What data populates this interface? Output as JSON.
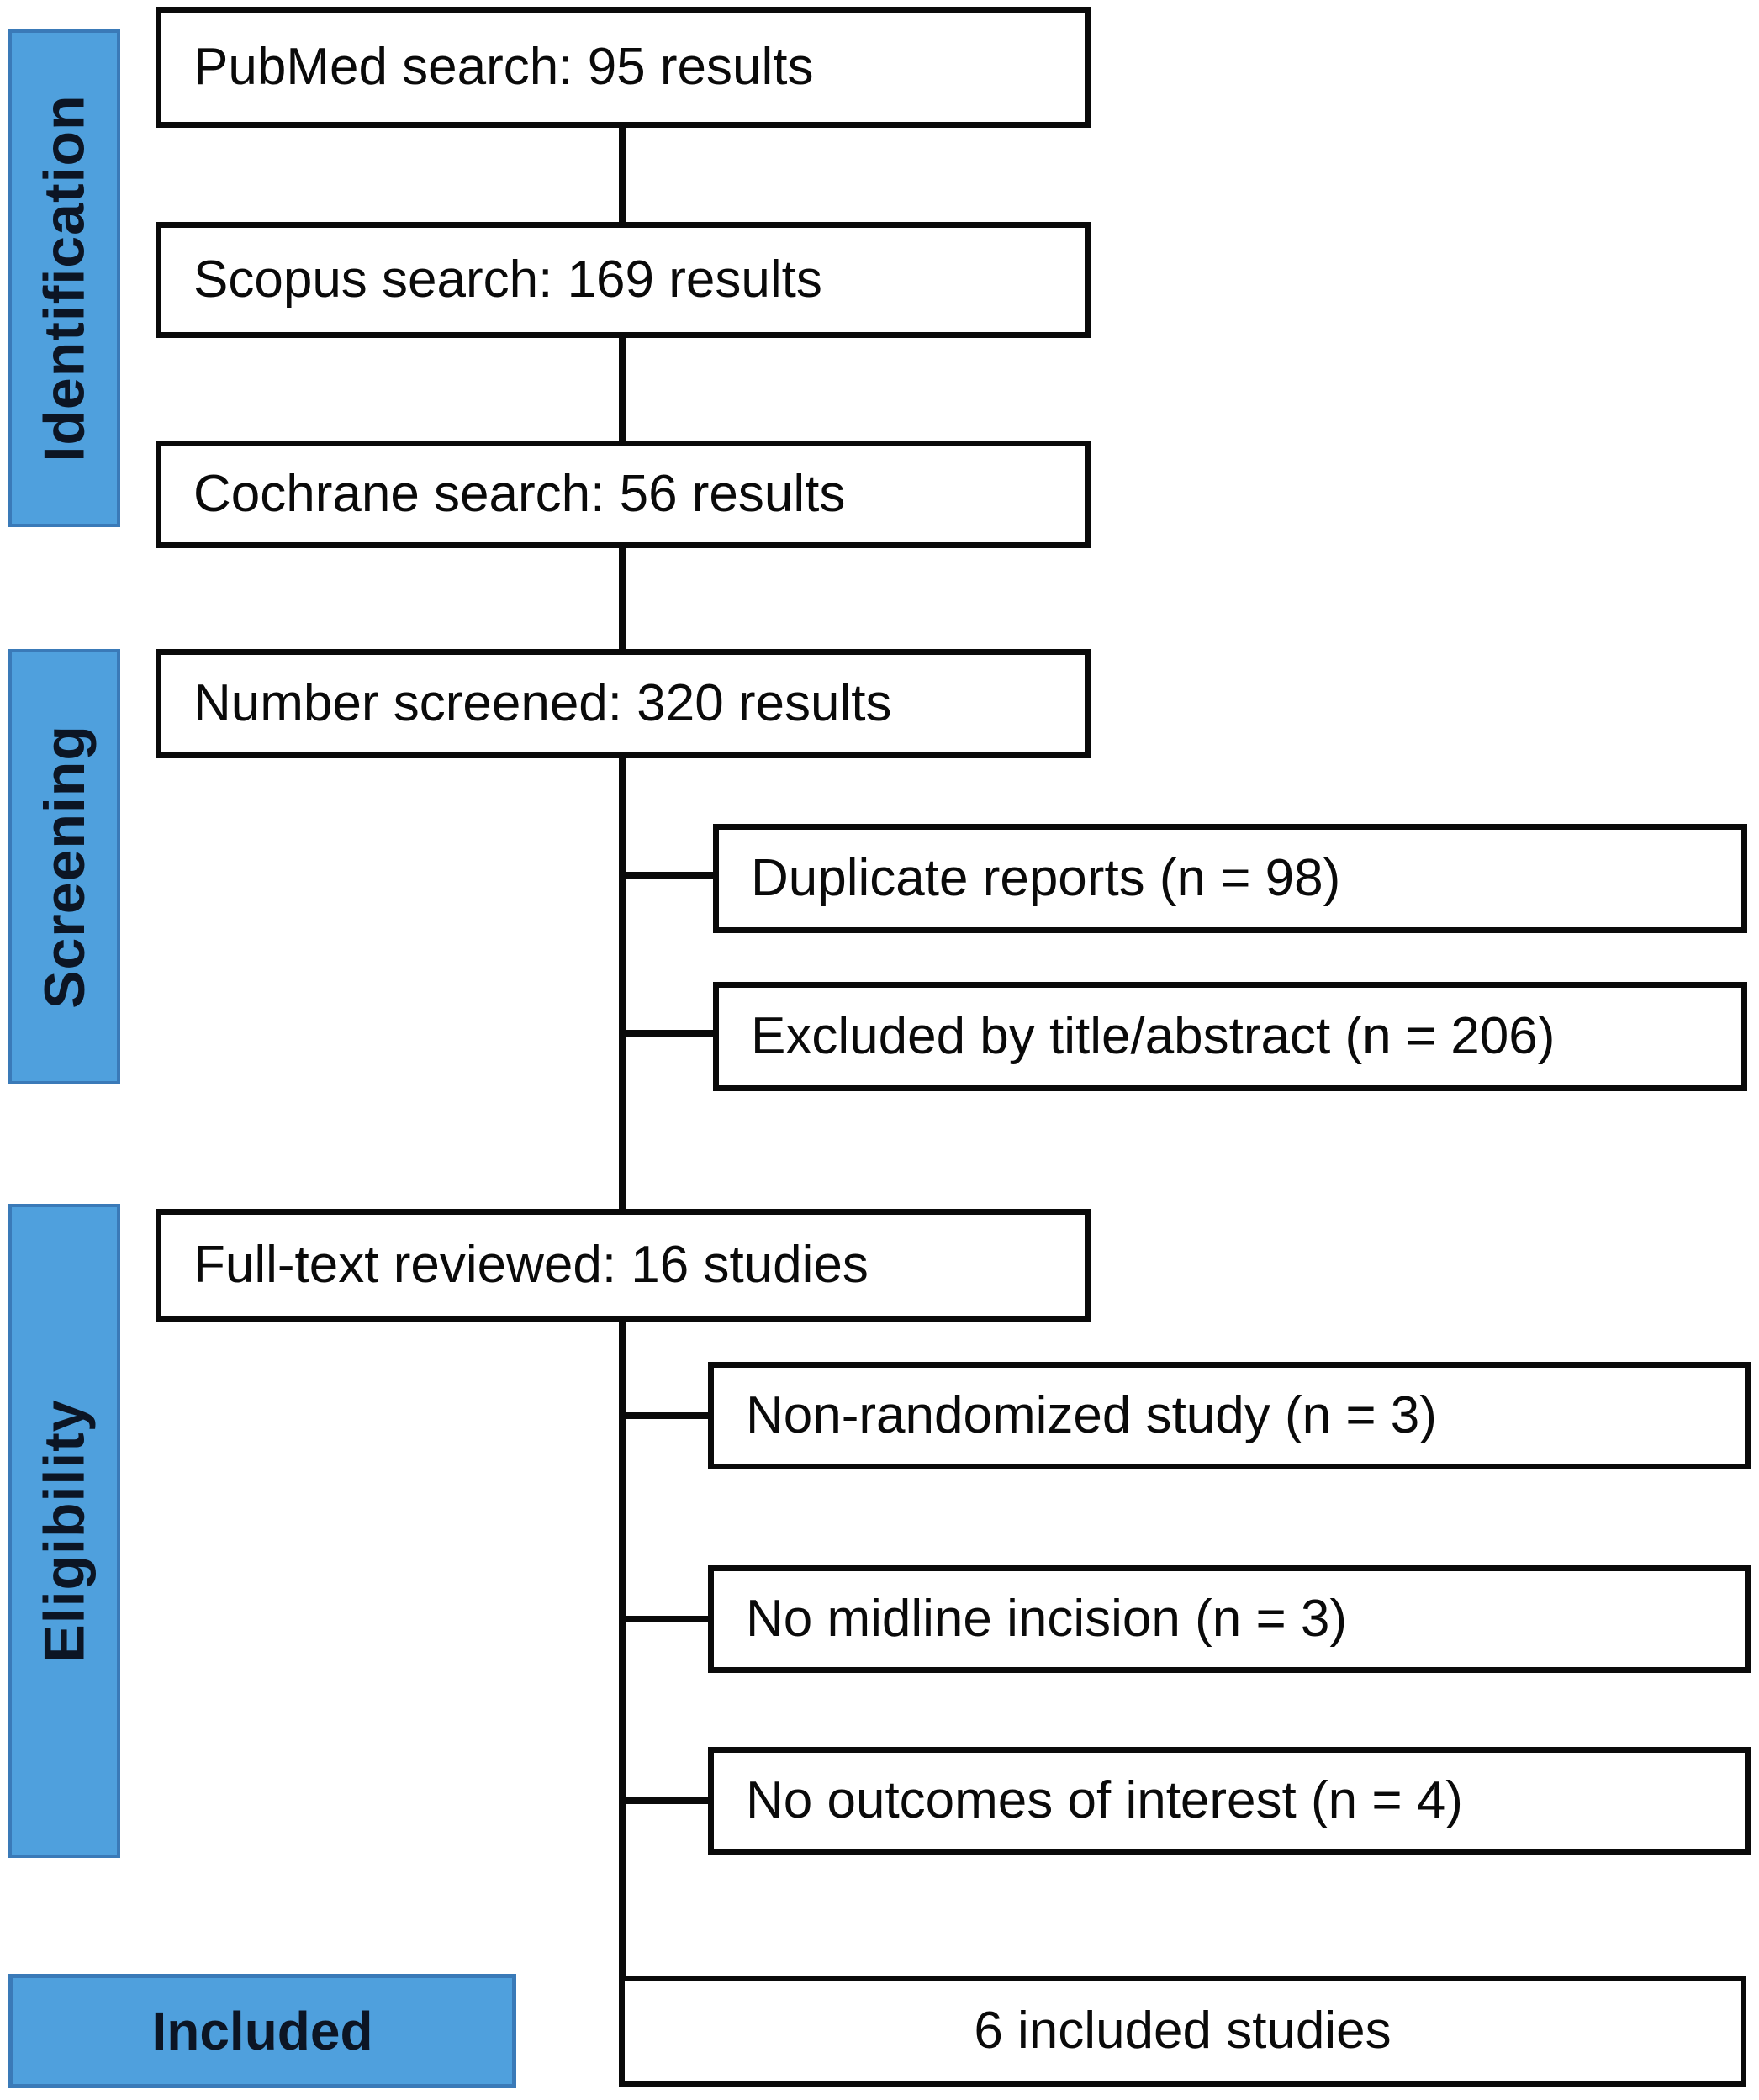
{
  "diagram": {
    "type": "prisma_flow",
    "stage_labels": [
      {
        "label": "Identification"
      },
      {
        "label": "Screening"
      },
      {
        "label": "Eligibility"
      },
      {
        "label": "Included"
      }
    ],
    "flow_boxes": [
      {
        "text": "PubMed search: 95 results"
      },
      {
        "text": "Scopus search: 169 results"
      },
      {
        "text": "Cochrane search: 56 results"
      },
      {
        "text": "Number screened: 320 results"
      },
      {
        "text": "Full-text reviewed: 16 studies"
      },
      {
        "text": "6 included studies"
      }
    ],
    "exclusion_boxes": [
      {
        "text": "Duplicate reports (n = 98)"
      },
      {
        "text": "Excluded by title/abstract (n = 206)"
      },
      {
        "text": "Non-randomized study (n = 3)"
      },
      {
        "text": "No midline incision (n = 3)"
      },
      {
        "text": "No outcomes of interest (n = 4)"
      }
    ],
    "counts": {
      "pubmed_results": 95,
      "scopus_results": 169,
      "cochrane_results": 56,
      "screened": 320,
      "duplicates_excluded": 98,
      "title_abstract_excluded": 206,
      "full_text_reviewed": 16,
      "non_randomized_excluded": 3,
      "no_midline_incision_excluded": 3,
      "no_outcomes_excluded": 4,
      "included_studies": 6
    },
    "colors": {
      "stage_fill": "#4FA0DD",
      "stage_border": "#3A7AB8",
      "box_fill": "#FFFFFF",
      "box_border": "#0A0A0A",
      "connector": "#0A0A0A",
      "text": "#0A0A0A",
      "stage_label_text": "#0C1524"
    }
  }
}
